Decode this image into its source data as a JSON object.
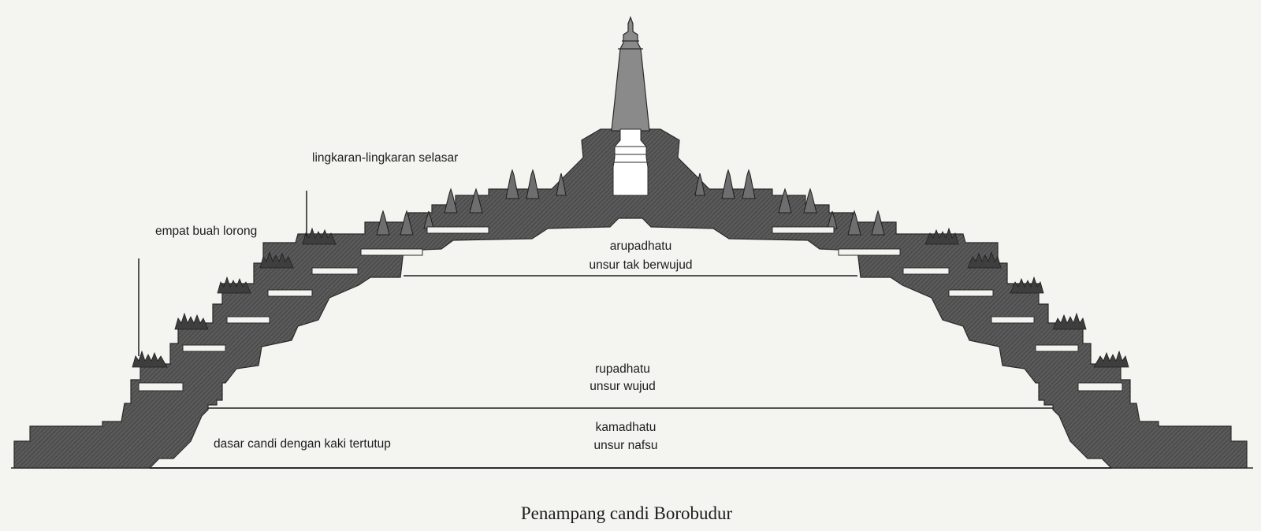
{
  "labels": {
    "galleries": "lingkaran-lingkaran selasar",
    "corridors": "empat buah lorong",
    "arupadhatu_1": "arupadhatu",
    "arupadhatu_2": "unsur tak berwujud",
    "rupadhatu_1": "rupadhatu",
    "rupadhatu_2": "unsur wujud",
    "kamadhatu_1": "kamadhatu",
    "kamadhatu_2": "unsur nafsu",
    "base": "dasar candi dengan kaki tertutup"
  },
  "caption": "Penampang candi Borobudur",
  "colors": {
    "background": "#f4f4f1",
    "section_fill": "#585858",
    "spire_fill": "#8a8a8a",
    "stupa_fill": "#6e6e6e",
    "line": "#1e1e1e"
  }
}
